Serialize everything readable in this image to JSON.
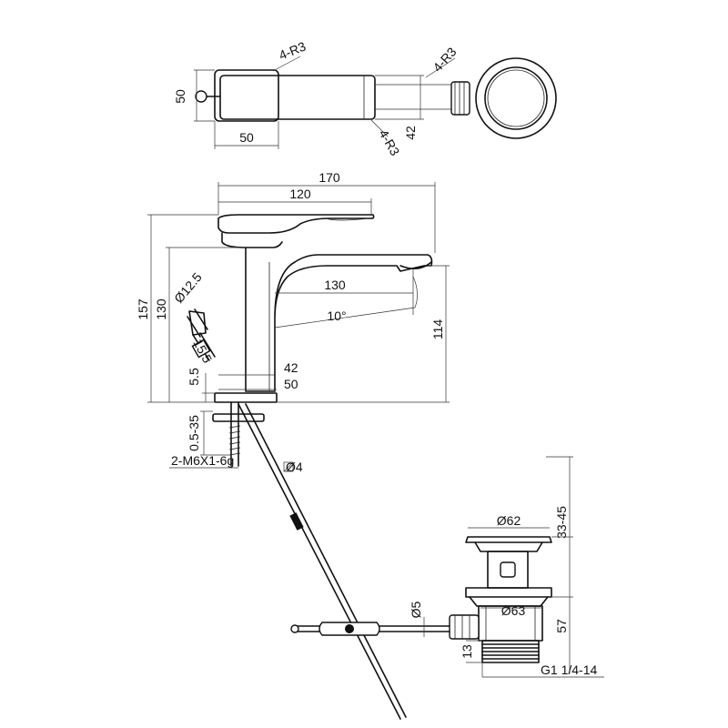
{
  "dimensions": {
    "top_radius_left": "4-R3",
    "top_radius_right": "4-R3",
    "top_radius_bottom": "4-R3",
    "top_height": "50",
    "top_lever_width": "50",
    "top_body_depth": "42",
    "overall_length": "170",
    "lever_length": "120",
    "spout_reach": "130",
    "spout_angle": "10°",
    "overall_height": "157",
    "body_height": "130",
    "outlet_height": "114",
    "hose_diameter": "Ø12.5",
    "hose_length": "15.5",
    "base_plate_thickness": "5.5",
    "body_diameter": "42",
    "base_diameter": "50",
    "counter_top_range": "0.5-35",
    "stud_thread": "2-M6X1-6g",
    "rod_diameter": "Ø4",
    "waste_cap_diameter": "Ø62",
    "waste_cap_range": "33-45",
    "waste_flange_diameter": "Ø63",
    "rod_hole_diameter": "Ø5",
    "waste_body_height": "57",
    "waste_thread_length": "13",
    "waste_thread": "G1 1/4-14"
  }
}
